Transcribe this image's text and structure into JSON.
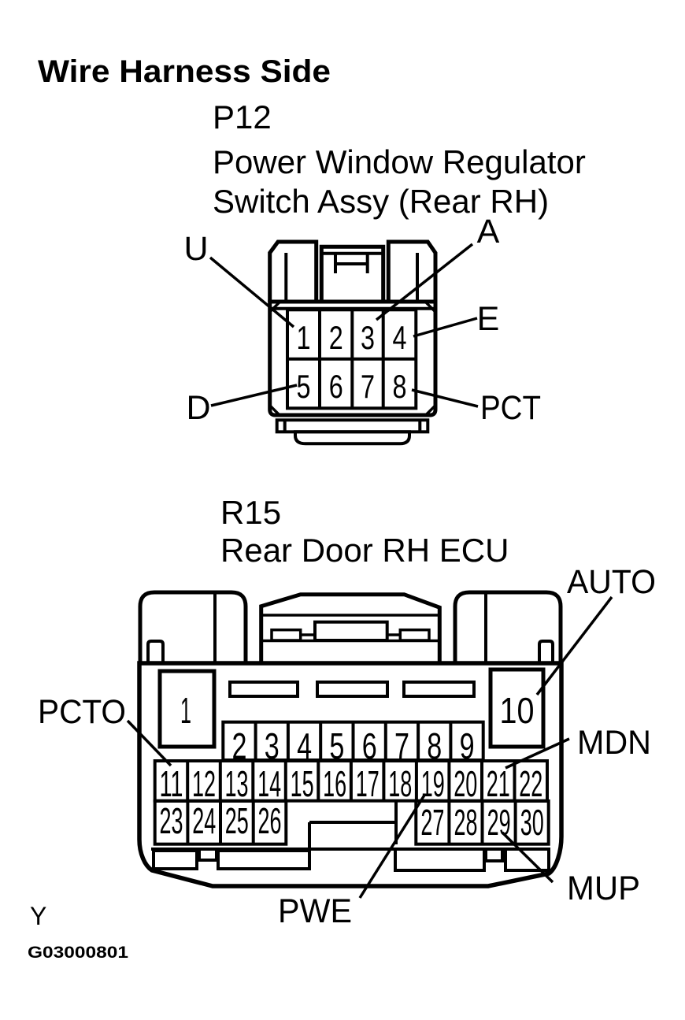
{
  "colors": {
    "ink": "#000000",
    "background": "#ffffff"
  },
  "title": "Wire Harness Side",
  "p12": {
    "code": "P12",
    "name_line1": "Power Window Regulator",
    "name_line2": "Switch Assy (Rear RH)",
    "pins": [
      "1",
      "2",
      "3",
      "4",
      "5",
      "6",
      "7",
      "8"
    ],
    "labels": {
      "u": "U",
      "a": "A",
      "e": "E",
      "d": "D",
      "pct": "PCT"
    }
  },
  "r15": {
    "code": "R15",
    "name": "Rear Door RH ECU",
    "pin1": "1",
    "pin10": "10",
    "row_2_9": [
      "2",
      "3",
      "4",
      "5",
      "6",
      "7",
      "8",
      "9"
    ],
    "row_11_22": [
      "11",
      "12",
      "13",
      "14",
      "15",
      "16",
      "17",
      "18",
      "19",
      "20",
      "21",
      "22"
    ],
    "row_23_26": [
      "23",
      "24",
      "25",
      "26"
    ],
    "row_27_30": [
      "27",
      "28",
      "29",
      "30"
    ],
    "labels": {
      "auto": "AUTO",
      "pcto": "PCTO",
      "mdn": "MDN",
      "mup": "MUP",
      "pwe": "PWE"
    }
  },
  "footer": {
    "section_marker": "Y",
    "figure_code": "G03000801"
  }
}
